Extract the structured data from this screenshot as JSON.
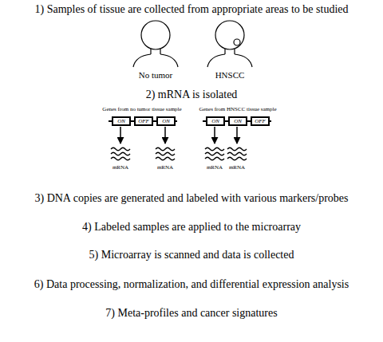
{
  "diagram": {
    "nodes": [
      {
        "text": [
          "ON"
        ]
      },
      {
        "text": [
          "OFF"
        ]
      },
      {
        "text": [
          "ON"
        ]
      },
      {
        "text": [
          "ON"
        ]
      },
      {
        "text": [
          "ON"
        ]
      },
      {
        "text": [
          "OFF"
        ]
      }
    ],
    "labels": [
      "1) Samples of tissue are collected from appropriate areas to be studied",
      "No tumor",
      "HNSCC",
      "2) mRNA is isolated",
      "Genes from no tumor tissue sample",
      "Genes from HNSCC tissue sample",
      "mRNA",
      "mRNA",
      "mRNA",
      "mRNA",
      "3) DNA copies are generated and labeled with various markers/probes",
      "4) Labeled samples are applied to the microarray",
      "5) Microarray is scanned and data is collected",
      "6) Data processing, normalization, and differential expression analysis",
      "7) Meta-profiles and cancer signatures"
    ]
  }
}
